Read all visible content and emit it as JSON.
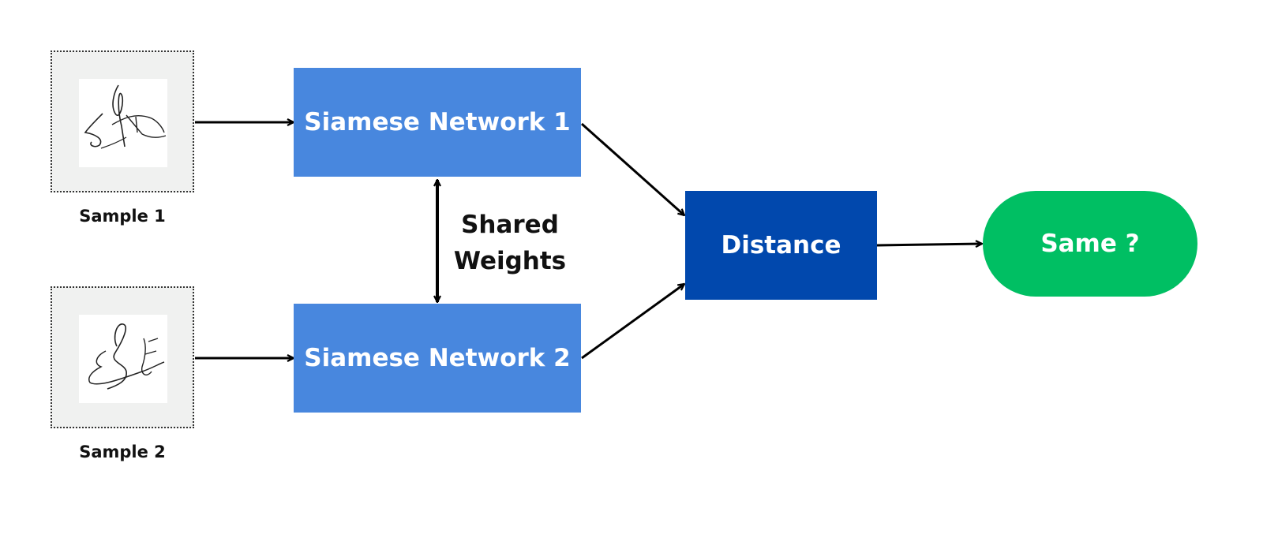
{
  "samples": [
    {
      "label": "Sample 1",
      "signature_image": "handwritten signature"
    },
    {
      "label": "Sample 2",
      "signature_image": "handwritten signature"
    }
  ],
  "networks": [
    {
      "label": "Siamese Network 1"
    },
    {
      "label": "Siamese Network 2"
    }
  ],
  "shared_weights": {
    "line1": "Shared",
    "line2": "Weights"
  },
  "distance": {
    "label": "Distance"
  },
  "output": {
    "label": "Same ?"
  },
  "colors": {
    "network": "#4887de",
    "distance": "#0148ad",
    "output": "#00bf63",
    "sample_background": "#f0f1f0",
    "arrow": "#000000"
  }
}
